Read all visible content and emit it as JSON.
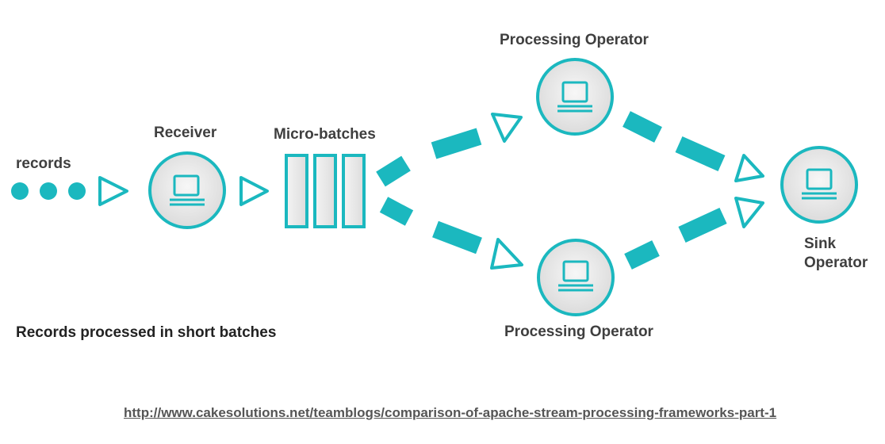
{
  "labels": {
    "records": "records",
    "receiver": "Receiver",
    "micro_batches": "Micro-batches",
    "processing_top": "Processing Operator",
    "processing_bottom": "Processing Operator",
    "sink_line1": "Sink",
    "sink_line2": "Operator",
    "caption": "Records processed in short batches",
    "url": "http://www.cakesolutions.net/teamblogs/comparison-of-apache-stream-processing-frameworks-part-1"
  },
  "colors": {
    "accent": "#1bb8bf",
    "text": "#3f3f3f",
    "node_fill": "#e4e4e4"
  },
  "icons": {
    "node": "computer-icon",
    "flow": "triangle-arrow-icon"
  }
}
